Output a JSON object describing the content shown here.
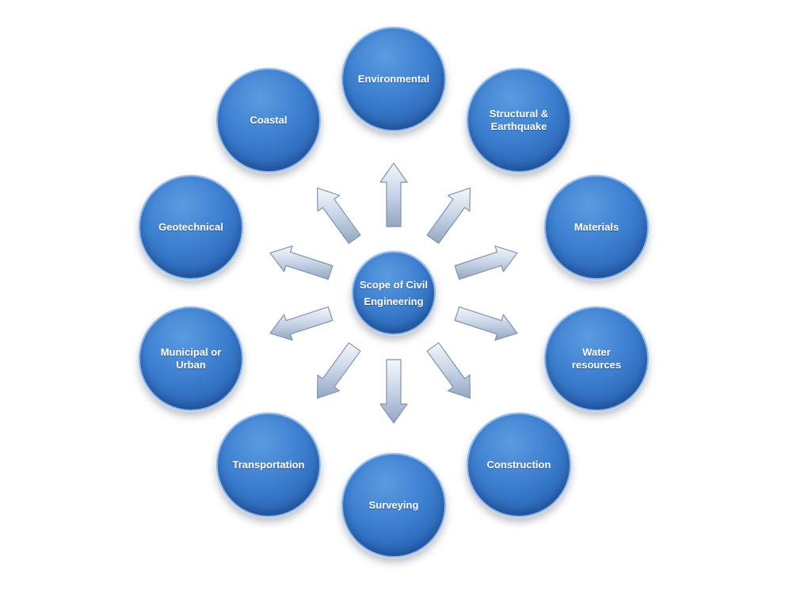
{
  "diagram": {
    "center": {
      "label": "Scope of Civil Engineering"
    },
    "branches": [
      {
        "id": "environmental",
        "label": "Environmental"
      },
      {
        "id": "structural",
        "label": "Structural & Earthquake"
      },
      {
        "id": "materials",
        "label": "Materials"
      },
      {
        "id": "water",
        "label": "Water resources"
      },
      {
        "id": "construction",
        "label": "Construction"
      },
      {
        "id": "surveying",
        "label": "Surveying"
      },
      {
        "id": "transportation",
        "label": "Transportation"
      },
      {
        "id": "municipal",
        "label": "Municipal or Urban"
      },
      {
        "id": "geotechnical",
        "label": "Geotechnical"
      },
      {
        "id": "coastal",
        "label": "Coastal"
      }
    ],
    "colors": {
      "node_fill": "#3c7fd0",
      "node_border": "#8fb6e6",
      "arrow_fill": "#c8d6e8",
      "arrow_border": "#7f93b0"
    }
  }
}
